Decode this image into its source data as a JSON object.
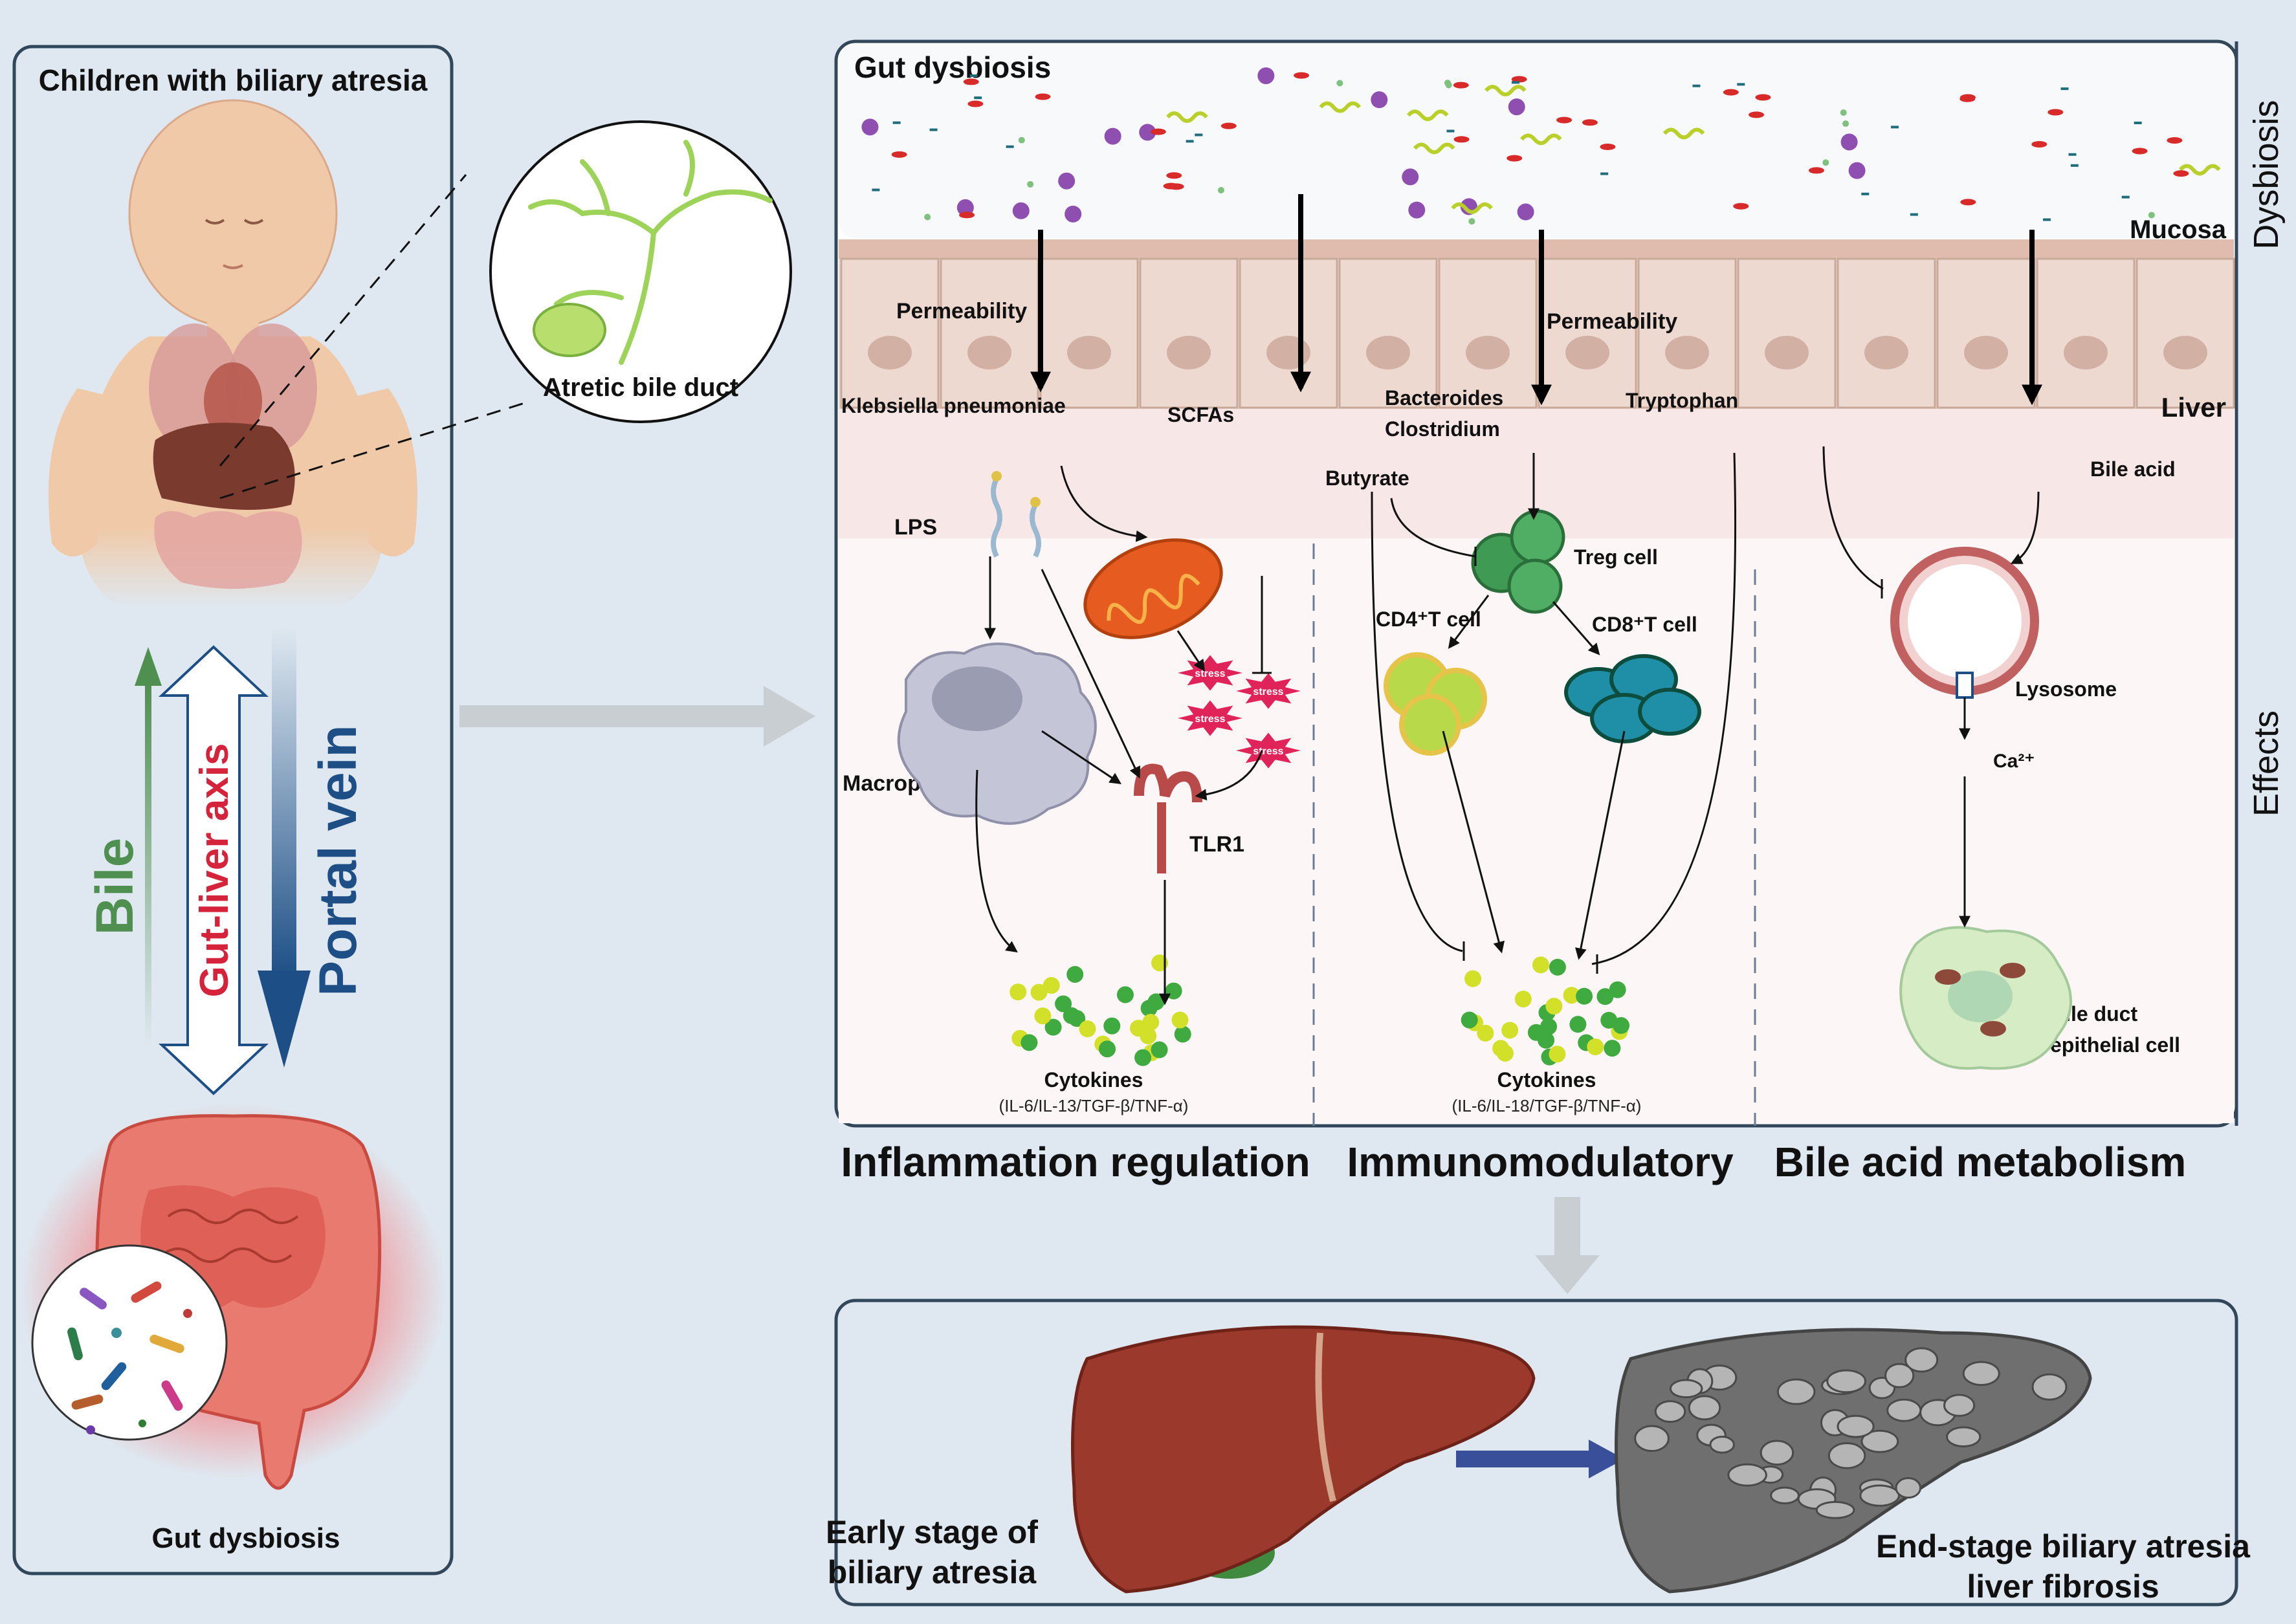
{
  "left_panel": {
    "title": "Children with biliary atresia",
    "atretic_label": "Atretic bile duct",
    "bile_label": "Bile",
    "axis_label": "Gut-liver axis",
    "portal_label": "Portal vein",
    "gut_label": "Gut dysbiosis"
  },
  "mechanism_panel": {
    "title": "Gut dysbiosis",
    "right_labels": {
      "dysbiosis": "Dysbiosis",
      "effects": "Effects",
      "mucosa": "Mucosa",
      "liver": "Liver"
    },
    "permeability_1": "Permeability",
    "permeability_2": "Permeability",
    "klebsiella": "Klebsiella pneumoniae",
    "scfas": "SCFAs",
    "bacteroides": "Bacteroides",
    "clostridium": "Clostridium",
    "tryptophan": "Tryptophan",
    "butyrate": "Butyrate",
    "lps": "LPS",
    "macrophage": "Macrophage",
    "tlr": "TLR1",
    "stress": "stress",
    "treg": "Treg cell",
    "cd4": "CD4⁺T cell",
    "cd8": "CD8⁺T cell",
    "bile_acid": "Bile acid",
    "lysosome": "Lysosome",
    "calcium": "Ca²⁺",
    "bile_duct_cell_1": "Bile duct",
    "bile_duct_cell_2": "epithelial cell",
    "cytokines_1_title": "Cytokines",
    "cytokines_1_sub": "(IL-6/IL-13/TGF-β/TNF-α)",
    "cytokines_2_title": "Cytokines",
    "cytokines_2_sub": "(IL-6/IL-18/TGF-β/TNF-α)"
  },
  "sections": {
    "inflammation": "Inflammation regulation",
    "immunomodulatory": "Immunomodulatory",
    "bile_acid_metabolism": "Bile acid metabolism"
  },
  "bottom_panel": {
    "early_1": "Early stage of",
    "early_2": "biliary atresia",
    "end_1": "End-stage biliary atresia",
    "end_2": "liver fibrosis"
  },
  "colors": {
    "page_bg": "#dfe8f0",
    "panel_border": "#33475b",
    "mucosa": "#ead7cf",
    "effects_bg": "#f7e7e6",
    "bile_green": "#4f8f4f",
    "axis_red": "#d4233a",
    "portal_blue": "#1d4f86",
    "liver_red": "#9b3a2c",
    "fibrotic_gray": "#6f6f6f",
    "arrow_gray": "#c9ced3"
  }
}
